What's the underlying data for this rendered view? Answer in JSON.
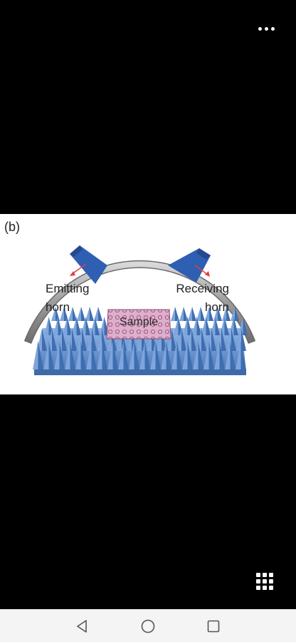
{
  "figure": {
    "panel_label": "(b)",
    "emitting_label_line1": "Emitting",
    "emitting_label_line2": "horn",
    "receiving_label_line1": "Receiving",
    "receiving_label_line2": "horn",
    "sample_label": "Sample"
  },
  "icons": {
    "more": "more-options-icon",
    "grid": "grid-icon",
    "back": "back-triangle-icon",
    "home": "home-circle-icon",
    "recents": "recents-square-icon"
  },
  "colors": {
    "background": "#000000",
    "viewer": "#ffffff",
    "absorber": "#5b8fd0",
    "horn": "#2f5fb3",
    "arch": "#a8a8a8",
    "sample": "#d9a7c4",
    "navbar": "#f4f4f4"
  }
}
